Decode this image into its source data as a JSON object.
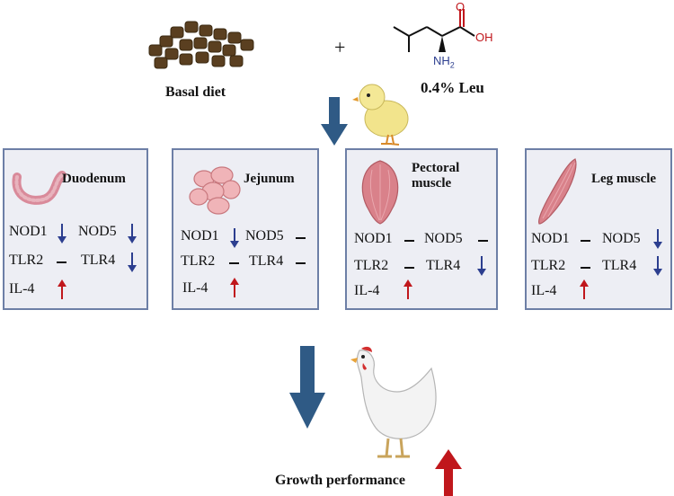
{
  "top": {
    "diet_label": "Basal diet",
    "plus": "+",
    "leu_label": "0.4% Leu",
    "molecule_atoms": {
      "o": "O",
      "oh": "OH",
      "nh2_n": "NH",
      "nh2_sub": "2"
    }
  },
  "panels": [
    {
      "title": "Duodenum",
      "genes": [
        {
          "name": "NOD1",
          "change": "down"
        },
        {
          "name": "NOD5",
          "change": "down"
        },
        {
          "name": "TLR2",
          "change": "none"
        },
        {
          "name": "TLR4",
          "change": "down"
        },
        {
          "name": "IL-4",
          "change": "up"
        }
      ]
    },
    {
      "title": "Jejunum",
      "genes": [
        {
          "name": "NOD1",
          "change": "down"
        },
        {
          "name": "NOD5",
          "change": "none"
        },
        {
          "name": "TLR2",
          "change": "none"
        },
        {
          "name": "TLR4",
          "change": "none"
        },
        {
          "name": "IL-4",
          "change": "up"
        }
      ]
    },
    {
      "title_line1": "Pectoral",
      "title_line2": "muscle",
      "genes": [
        {
          "name": "NOD1",
          "change": "none"
        },
        {
          "name": "NOD5",
          "change": "none"
        },
        {
          "name": "TLR2",
          "change": "none"
        },
        {
          "name": "TLR4",
          "change": "down"
        },
        {
          "name": "IL-4",
          "change": "up"
        }
      ]
    },
    {
      "title": "Leg muscle",
      "genes": [
        {
          "name": "NOD1",
          "change": "none"
        },
        {
          "name": "NOD5",
          "change": "down"
        },
        {
          "name": "TLR2",
          "change": "none"
        },
        {
          "name": "TLR4",
          "change": "down"
        },
        {
          "name": "IL-4",
          "change": "up"
        }
      ]
    }
  ],
  "bottom": {
    "growth_label": "Growth performance"
  },
  "colors": {
    "panel_bg": "#edeef4",
    "panel_border": "#6d7fa6",
    "down": "#2c3e8f",
    "up": "#c0171c",
    "flow_arrow": "#2f5a85"
  }
}
